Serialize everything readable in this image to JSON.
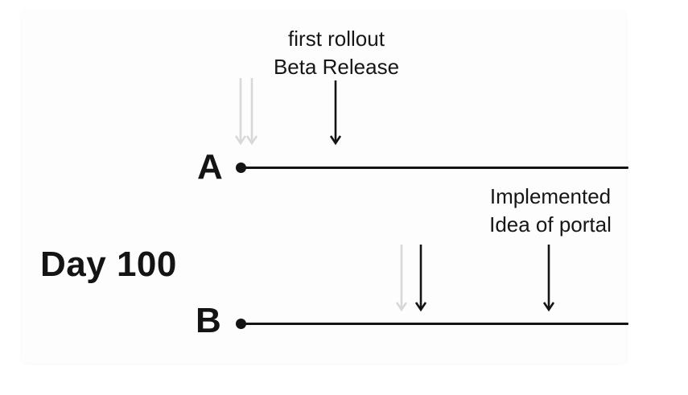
{
  "diagram": {
    "day_label": "Day 100",
    "timelines": [
      {
        "label": "A"
      },
      {
        "label": "B"
      }
    ],
    "annotations": [
      {
        "line1": "first rollout",
        "line2": "Beta Release"
      },
      {
        "line1": "Implemented",
        "line2": "Idea of portal"
      }
    ],
    "colors": {
      "ink": "#141414",
      "muted_arrow": "#d8d8d8",
      "background": "#ffffff"
    }
  }
}
